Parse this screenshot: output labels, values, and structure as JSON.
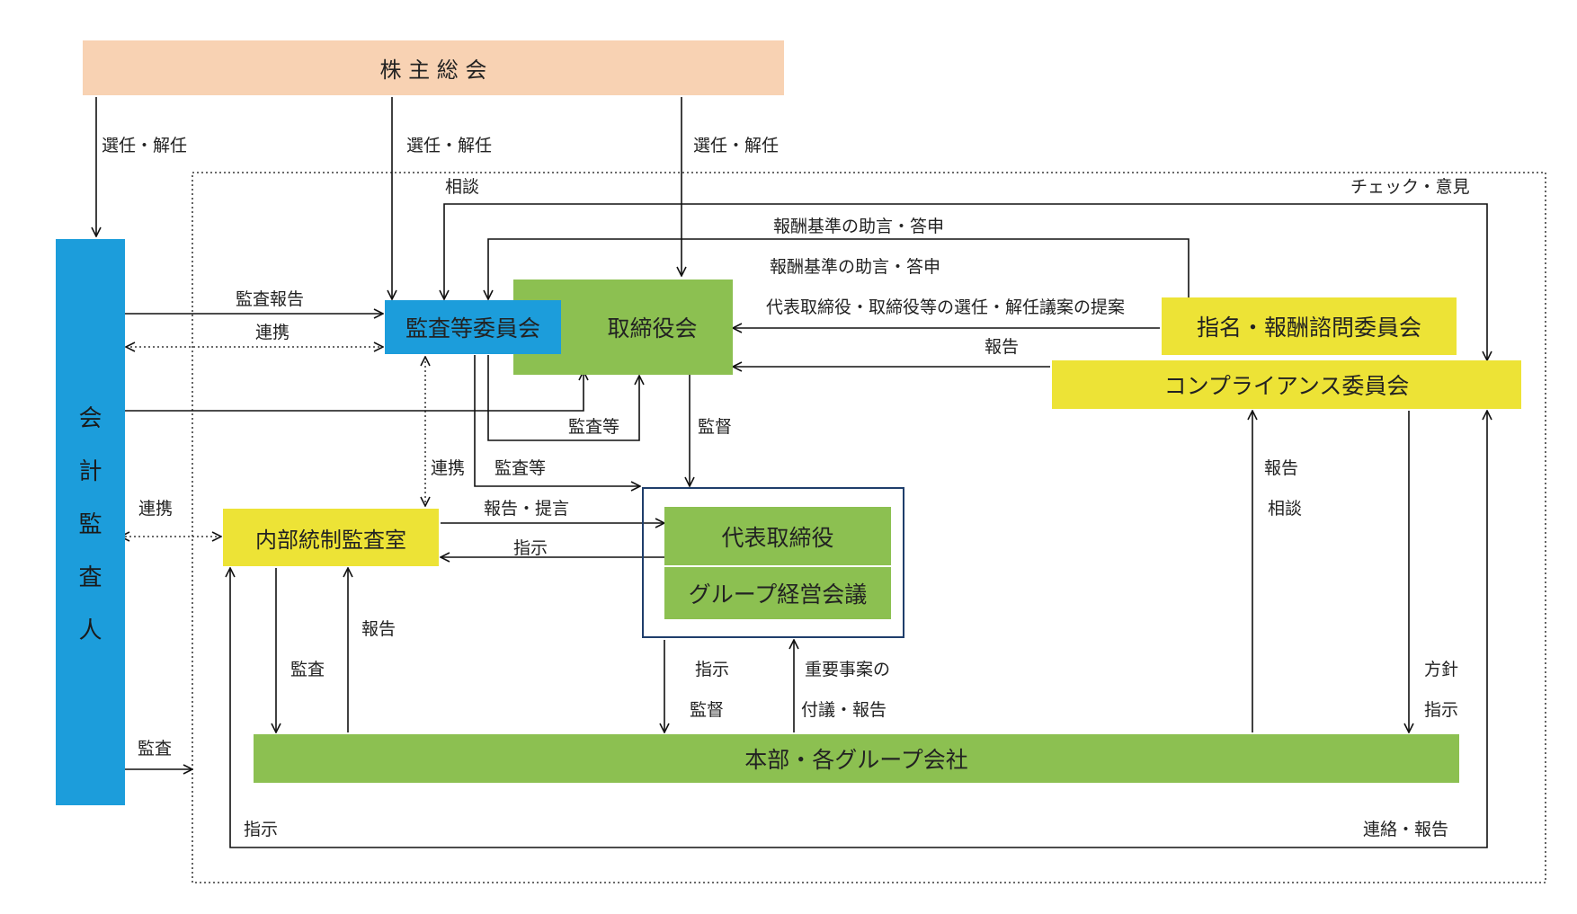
{
  "colors": {
    "shareholders": "#f8d2b3",
    "auditor": "#1c9ddb",
    "committee": "#1c9ddb",
    "board": "#8cc051",
    "yellow": "#ede336",
    "frame": "#1f3e6b",
    "line": "#111111"
  },
  "nodes": {
    "shareholders": "株 主 総 会",
    "auditor_chars": [
      "会",
      "計",
      "監",
      "査",
      "人"
    ],
    "audit_committee": "監査等委員会",
    "board": "取締役会",
    "nomination": "指名・報酬諮問委員会",
    "compliance": "コンプライアンス委員会",
    "internal_audit": "内部統制監査室",
    "representative": "代表取締役",
    "group_meeting": "グループ経営会議",
    "headquarters": "本部・各グループ会社"
  },
  "labels": {
    "elect1": "選任・解任",
    "elect2": "選任・解任",
    "elect3": "選任・解任",
    "consult": "相談",
    "check": "チェック・意見",
    "advice1": "報酬基準の助言・答申",
    "advice2": "報酬基準の助言・答申",
    "proposal": "代表取締役・取締役等の選任・解任議案の提案",
    "report_comp": "報告",
    "audit_report": "監査報告",
    "coop1": "連携",
    "audit_etc1": "監査等",
    "supervision": "監督",
    "coop2": "連携",
    "audit_etc2": "監査等",
    "coop3": "連携",
    "report_suggest": "報告・提言",
    "instruct1": "指示",
    "report_ia": "報告",
    "audit1": "監査",
    "instruct2": "指示",
    "supervise2": "監督",
    "important1": "重要事案の",
    "important2": "付議・報告",
    "report_hq": "報告",
    "consult_hq": "相談",
    "policy": "方針",
    "instruct3": "指示",
    "audit2": "監査",
    "instruct4": "指示",
    "contact": "連絡・報告"
  }
}
